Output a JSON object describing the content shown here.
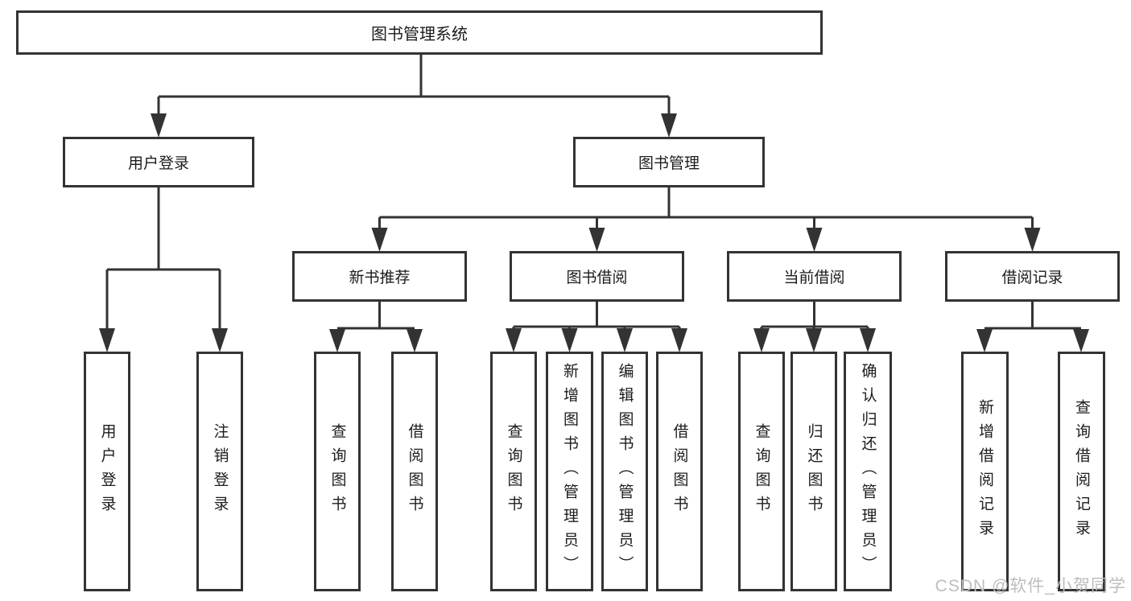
{
  "tree": {
    "root": "图书管理系统",
    "branches": [
      {
        "label": "用户登录",
        "leaves": [
          "用户登录",
          "注销登录"
        ]
      },
      {
        "label": "图书管理",
        "sections": [
          {
            "label": "新书推荐",
            "leaves": [
              "查询图书",
              "借阅图书"
            ]
          },
          {
            "label": "图书借阅",
            "leaves": [
              "查询图书",
              "新增图书（管理员）",
              "编辑图书（管理员）",
              "借阅图书"
            ]
          },
          {
            "label": "当前借阅",
            "leaves": [
              "查询图书",
              "归还图书",
              "确认归还（管理员）"
            ]
          },
          {
            "label": "借阅记录",
            "leaves": [
              "新增借阅记录",
              "查询借阅记录"
            ]
          }
        ]
      }
    ]
  },
  "watermark": {
    "text": "CSDN @软件_小贺同学"
  },
  "colors": {
    "line": "#333333",
    "box_border": "#333333",
    "text": "#1c1c1c",
    "watermark": "#bdbdbd",
    "background": "#ffffff"
  }
}
